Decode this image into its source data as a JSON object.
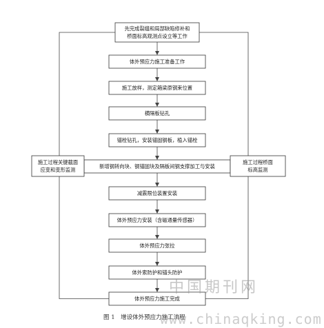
{
  "steps": [
    {
      "lines": [
        "先完成裂缝和局部缺陷修补和",
        "桥面标高观测点设立等工作"
      ]
    },
    {
      "lines": [
        "体外预应力施工准备工作"
      ]
    },
    {
      "lines": [
        "施工放样，测定箱梁原钢束位置"
      ]
    },
    {
      "lines": [
        "横隔板钻孔"
      ]
    },
    {
      "lines": [
        "锚栓钻孔，安装锚固钢板，植入锚栓"
      ]
    },
    {
      "lines": [
        "新增钢转向块、钢锚固块及隔板间钢支撑加工与安装"
      ]
    },
    {
      "lines": [
        "减震限位装置安装"
      ]
    },
    {
      "lines": [
        "体外预应力安装（含磁通量传感器）"
      ]
    },
    {
      "lines": [
        "体外预应力张拉"
      ]
    },
    {
      "lines": [
        "体外索防护和锚头防护"
      ]
    },
    {
      "lines": [
        "体外预应力施工完成"
      ]
    }
  ],
  "side_left": {
    "lines": [
      "施工过程关键截面",
      "应变和变形监测"
    ]
  },
  "side_right": {
    "lines": [
      "施工过程桥面",
      "标高监测"
    ]
  },
  "caption": "图 1　增设体外预应力施工流程",
  "watermark": {
    "chinese": "中国期刊网",
    "url": "www.chinaqking.com"
  },
  "colors": {
    "line": "#444444",
    "box_border": "#333333",
    "background": "#ffffff"
  }
}
